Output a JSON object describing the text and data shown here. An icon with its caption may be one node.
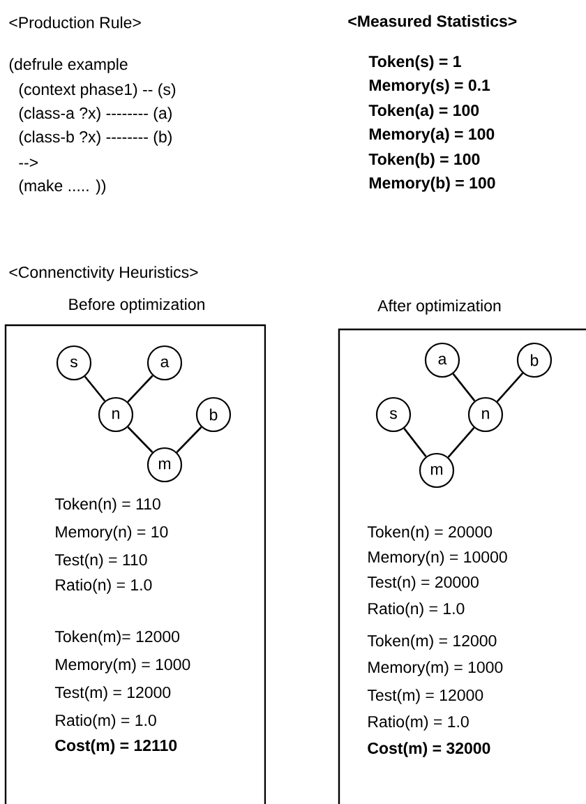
{
  "diagram": {
    "nodes": [
      {
        "text": [
          "Before optimization",
          "Token(n) = 110",
          "Memory(n) = 10",
          "Test(n) = 110",
          "Ratio(n) = 1.0",
          "Token(m)= 12000",
          "Memory(m) = 1000",
          "Test(m) = 12000",
          "Ratio(m) = 1.0",
          "Cost(m) = 12110"
        ]
      },
      {
        "text": [
          "s"
        ],
        "in": 0
      },
      {
        "text": [
          "a"
        ],
        "in": 0
      },
      {
        "text": [
          "n"
        ],
        "in": 0
      },
      {
        "text": [
          "b"
        ],
        "in": 0
      },
      {
        "text": [
          "m"
        ],
        "in": 0
      },
      {
        "text": [
          "After optimization",
          "Token(n) = 20000",
          "Memory(n) = 10000",
          "Test(n) = 20000",
          "Ratio(n) = 1.0",
          "Token(m) = 12000",
          "Memory(m) = 1000",
          "Test(m) = 12000",
          "Ratio(m) = 1.0",
          "Cost(m) = 32000"
        ]
      },
      {
        "text": [
          "a"
        ],
        "in": 6
      },
      {
        "text": [
          "b"
        ],
        "in": 6
      },
      {
        "text": [
          "s"
        ],
        "in": 6
      },
      {
        "text": [
          "n"
        ],
        "in": 6
      },
      {
        "text": [
          "m"
        ],
        "in": 6
      }
    ],
    "edges": [
      {
        "from": 1,
        "to": 3,
        "arrow": "none"
      },
      {
        "from": 2,
        "to": 3,
        "arrow": "none"
      },
      {
        "from": 3,
        "to": 5,
        "arrow": "none"
      },
      {
        "from": 4,
        "to": 5,
        "arrow": "none"
      },
      {
        "from": 7,
        "to": 10,
        "arrow": "none"
      },
      {
        "from": 8,
        "to": 10,
        "arrow": "none"
      },
      {
        "from": 9,
        "to": 11,
        "arrow": "none"
      },
      {
        "from": 10,
        "to": 11,
        "arrow": "none"
      }
    ],
    "labels": [
      "<Production Rule>",
      "<Measured Statistics>",
      "(defrule example",
      "(context phase1) -- (s)",
      "(class-a ?x) -------- (a)",
      "(class-b ?x) -------- (b)",
      "-->",
      "(make ..... ))",
      "Token(s) = 1",
      "Memory(s) = 0.1",
      "Token(a) = 100",
      "Memory(a) = 100",
      "Token(b) = 100",
      "Memory(b) = 100",
      "<Connenctivity Heuristics>"
    ]
  }
}
